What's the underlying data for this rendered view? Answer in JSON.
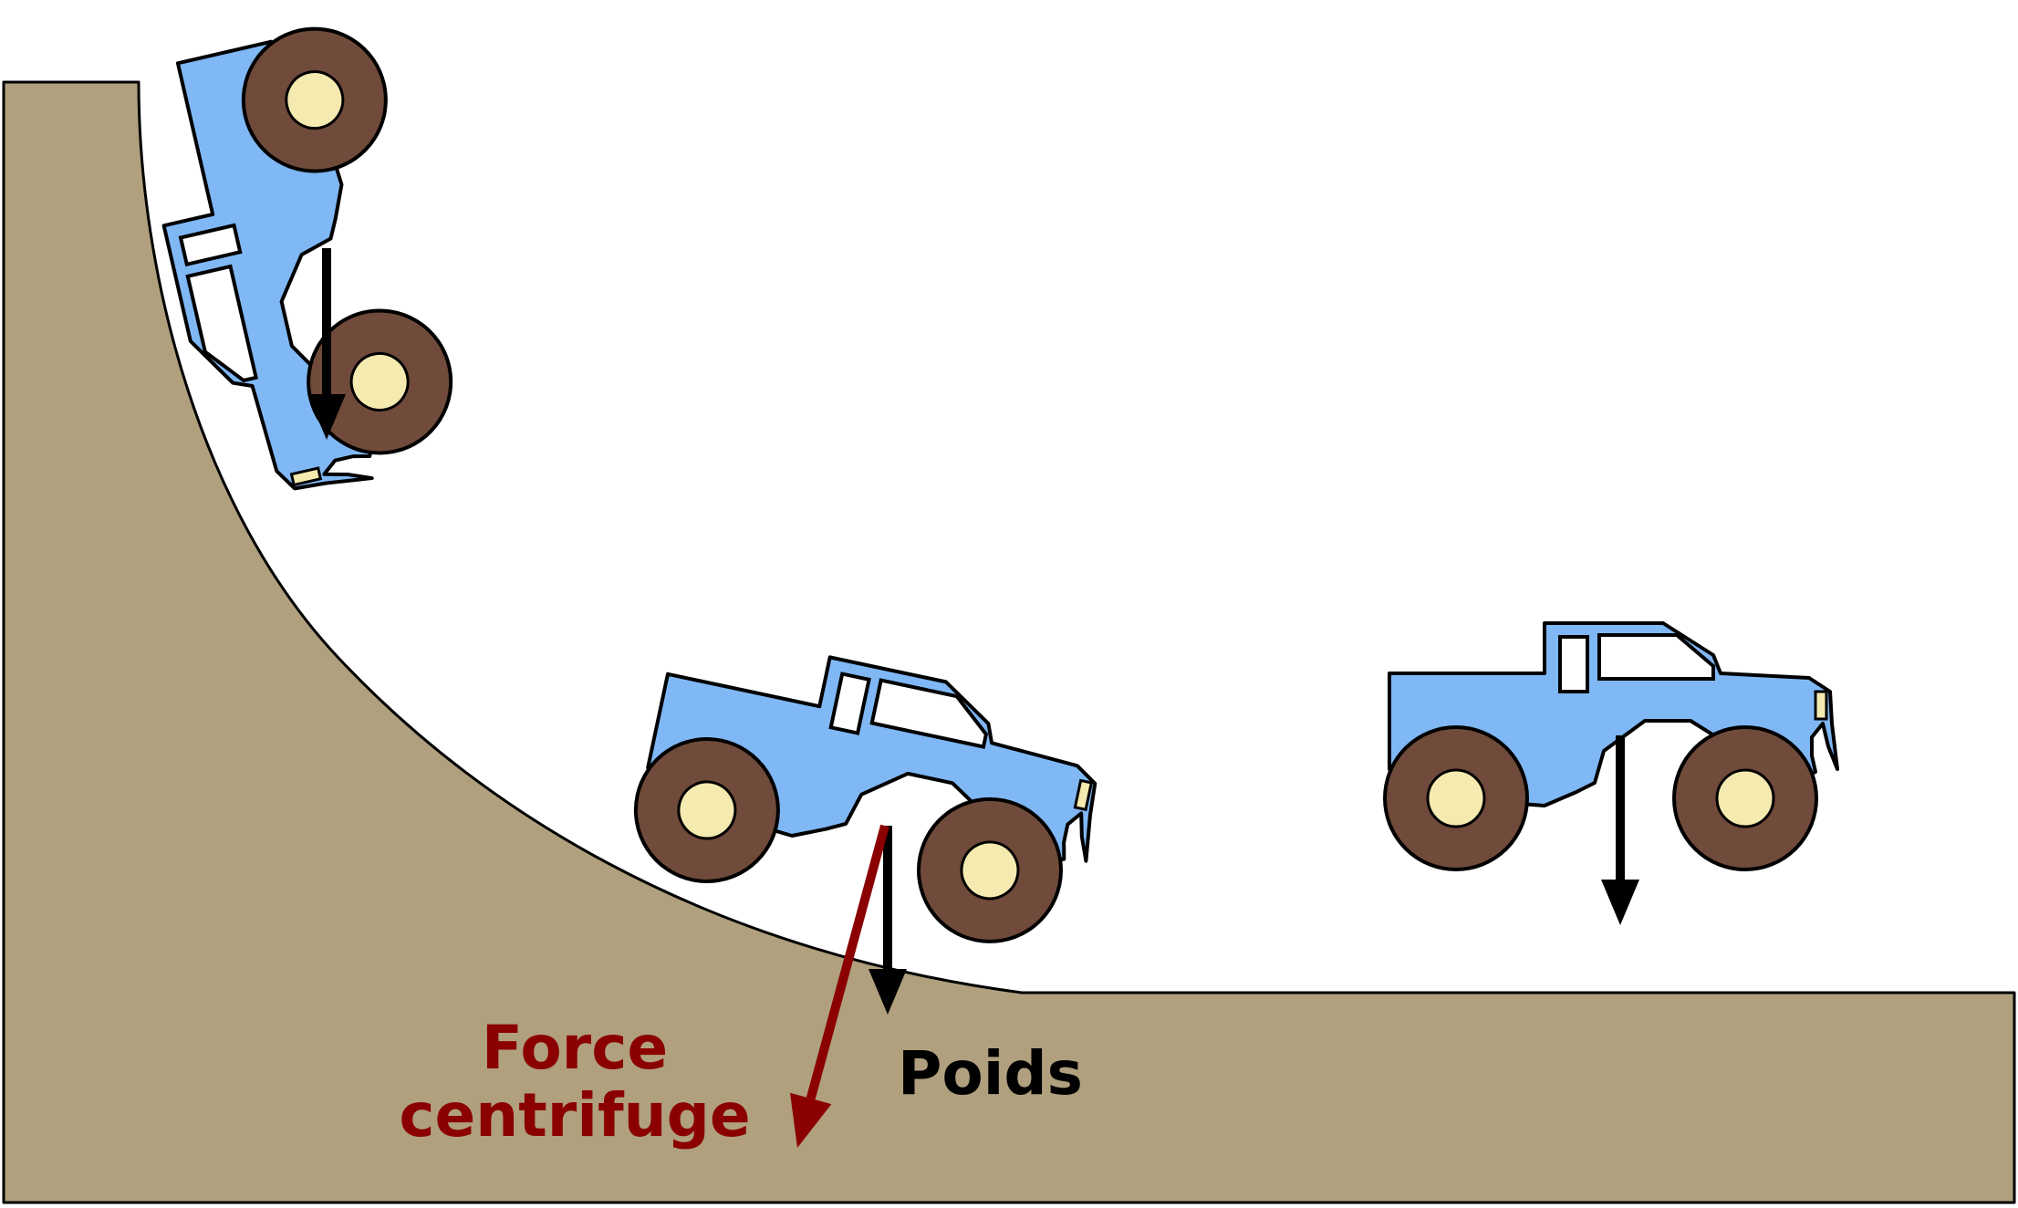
{
  "labels": {
    "centrifugal_line1": "Force",
    "centrifugal_line2": "centrifuge",
    "weight": "Poids"
  },
  "colors": {
    "ground": "#b0a07e",
    "truck_body": "#80b8f5",
    "tire": "#704a3a",
    "hub": "#f5eab0",
    "window": "#ffffff",
    "weight_arrow": "#000000",
    "centrifugal_arrow": "#8b0000",
    "outline": "#000000"
  },
  "icons": [
    "monster-truck-icon",
    "arrow-down-icon"
  ]
}
